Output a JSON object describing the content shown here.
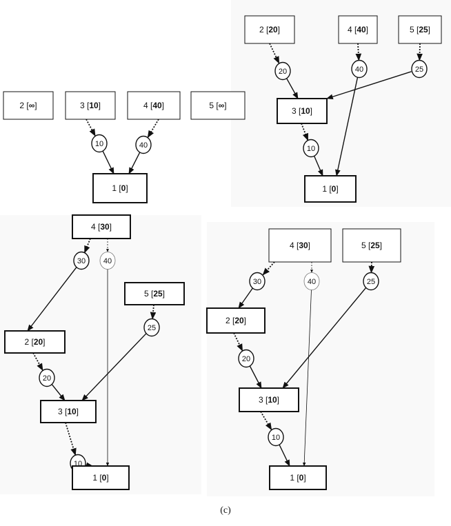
{
  "caption": "(c)",
  "panels": [
    {
      "nodes": [
        {
          "id": "p1n2",
          "id_text": "2",
          "value": "∞"
        },
        {
          "id": "p1n3",
          "id_text": "3",
          "value": "10"
        },
        {
          "id": "p1n4",
          "id_text": "4",
          "value": "40"
        },
        {
          "id": "p1n5",
          "id_text": "5",
          "value": "∞"
        },
        {
          "id": "p1n1",
          "id_text": "1",
          "value": "0"
        }
      ],
      "weights": [
        "10",
        "40"
      ]
    },
    {
      "nodes": [
        {
          "id": "p2n2",
          "id_text": "2",
          "value": "20"
        },
        {
          "id": "p2n4",
          "id_text": "4",
          "value": "40"
        },
        {
          "id": "p2n5",
          "id_text": "5",
          "value": "25"
        },
        {
          "id": "p2n3",
          "id_text": "3",
          "value": "10"
        },
        {
          "id": "p2n1",
          "id_text": "1",
          "value": "0"
        }
      ],
      "weights": [
        "20",
        "40",
        "25",
        "10"
      ]
    },
    {
      "nodes": [
        {
          "id": "p3n4",
          "id_text": "4",
          "value": "30"
        },
        {
          "id": "p3n5",
          "id_text": "5",
          "value": "25"
        },
        {
          "id": "p3n2",
          "id_text": "2",
          "value": "20"
        },
        {
          "id": "p3n3",
          "id_text": "3",
          "value": "10"
        },
        {
          "id": "p3n1",
          "id_text": "1",
          "value": "0"
        }
      ],
      "weights": [
        "30",
        "40",
        "25",
        "20",
        "10"
      ]
    },
    {
      "nodes": [
        {
          "id": "p4n4",
          "id_text": "4",
          "value": "30"
        },
        {
          "id": "p4n5",
          "id_text": "5",
          "value": "25"
        },
        {
          "id": "p4n2",
          "id_text": "2",
          "value": "20"
        },
        {
          "id": "p4n3",
          "id_text": "3",
          "value": "10"
        },
        {
          "id": "p4n1",
          "id_text": "1",
          "value": "0"
        }
      ],
      "weights": [
        "30",
        "40",
        "25",
        "20",
        "10"
      ]
    }
  ]
}
